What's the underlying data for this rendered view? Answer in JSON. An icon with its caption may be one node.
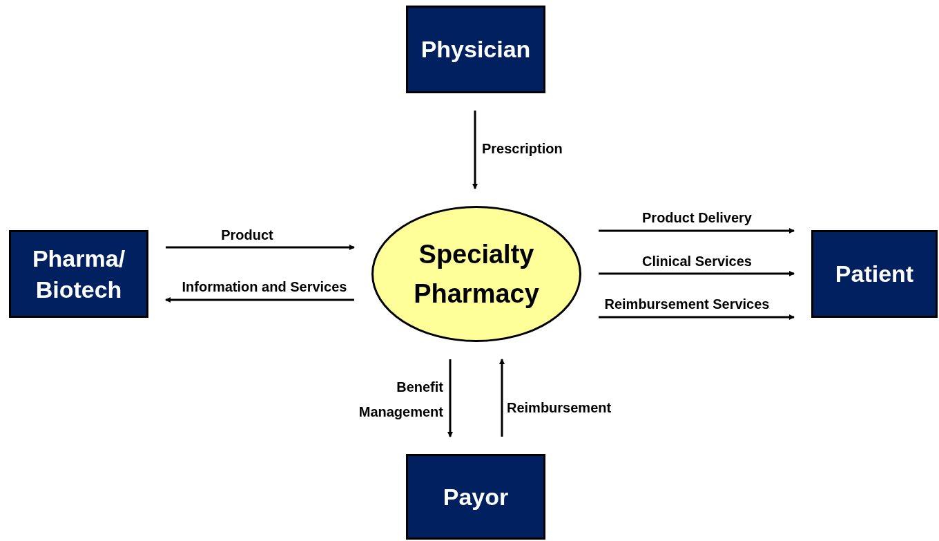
{
  "diagram": {
    "nodes": [
      {
        "text": [
          "Physician"
        ]
      },
      {
        "text": [
          "Pharma/ Biotech"
        ]
      },
      {
        "text": [
          "Specialty Pharmacy"
        ]
      },
      {
        "text": [
          "Patient"
        ]
      },
      {
        "text": [
          "Payor"
        ]
      }
    ],
    "edges": [
      {
        "from": 0,
        "to": 2,
        "arrow": "to",
        "label": "Prescription"
      },
      {
        "from": 1,
        "to": 2,
        "arrow": "to",
        "label": "Product"
      },
      {
        "from": 2,
        "to": 1,
        "arrow": "to",
        "label": "Information and Services"
      },
      {
        "from": 2,
        "to": 3,
        "arrow": "to",
        "label": "Product Delivery"
      },
      {
        "from": 2,
        "to": 3,
        "arrow": "to",
        "label": "Clinical Services"
      },
      {
        "from": 2,
        "to": 3,
        "arrow": "to",
        "label": "Reimbursement Services"
      },
      {
        "from": 2,
        "to": 4,
        "arrow": "to",
        "label": "Benefit Management"
      },
      {
        "from": 4,
        "to": 2,
        "arrow": "to",
        "label": "Reimbursement"
      }
    ]
  }
}
